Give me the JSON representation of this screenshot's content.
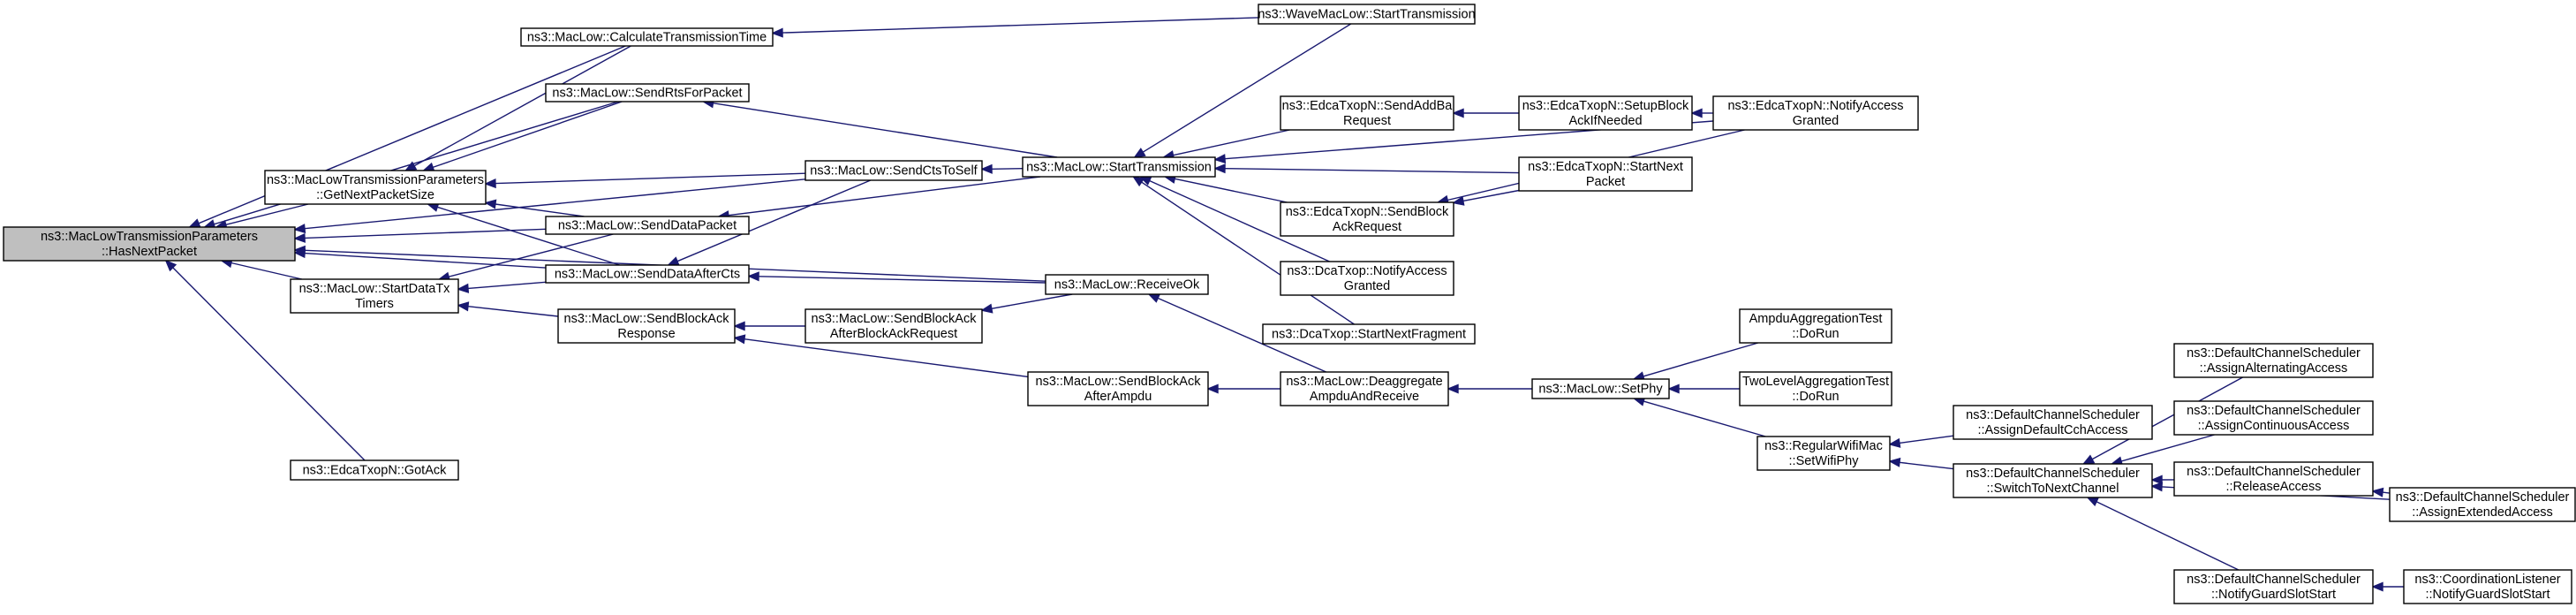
{
  "graph": {
    "nodes": [
      {
        "id": "root",
        "lines": [
          "ns3::MacLowTransmissionParameters",
          "::HasNextPacket"
        ],
        "root": true
      },
      {
        "id": "gnps",
        "lines": [
          "ns3::MacLowTransmissionParameters",
          "::GetNextPacketSize"
        ]
      },
      {
        "id": "sdtt",
        "lines": [
          "ns3::MacLow::StartDataTx",
          "Timers"
        ]
      },
      {
        "id": "gotack",
        "lines": [
          "ns3::EdcaTxopN::GotAck"
        ]
      },
      {
        "id": "ctt",
        "lines": [
          "ns3::MacLow::CalculateTransmissionTime"
        ]
      },
      {
        "id": "srfp",
        "lines": [
          "ns3::MacLow::SendRtsForPacket"
        ]
      },
      {
        "id": "sdp",
        "lines": [
          "ns3::MacLow::SendDataPacket"
        ]
      },
      {
        "id": "sdac",
        "lines": [
          "ns3::MacLow::SendDataAfterCts"
        ]
      },
      {
        "id": "sbar",
        "lines": [
          "ns3::MacLow::SendBlockAck",
          "Response"
        ]
      },
      {
        "id": "scts",
        "lines": [
          "ns3::MacLow::SendCtsToSelf"
        ]
      },
      {
        "id": "sbaabar",
        "lines": [
          "ns3::MacLow::SendBlockAck",
          "AfterBlockAckRequest"
        ]
      },
      {
        "id": "sbaaa",
        "lines": [
          "ns3::MacLow::SendBlockAck",
          "AfterAmpdu"
        ]
      },
      {
        "id": "rok",
        "lines": [
          "ns3::MacLow::ReceiveOk"
        ]
      },
      {
        "id": "st",
        "lines": [
          "ns3::MacLow::StartTransmission"
        ]
      },
      {
        "id": "wmst",
        "lines": [
          "ns3::WaveMacLow::StartTransmission"
        ]
      },
      {
        "id": "deag",
        "lines": [
          "ns3::MacLow::Deaggregate",
          "AmpduAndReceive"
        ]
      },
      {
        "id": "saddba",
        "lines": [
          "ns3::EdcaTxopN::SendAddBa",
          "Request"
        ]
      },
      {
        "id": "sbareq",
        "lines": [
          "ns3::EdcaTxopN::SendBlock",
          "AckRequest"
        ]
      },
      {
        "id": "dcana",
        "lines": [
          "ns3::DcaTxop::NotifyAccess",
          "Granted"
        ]
      },
      {
        "id": "dcsnf",
        "lines": [
          "ns3::DcaTxop::StartNextFragment"
        ]
      },
      {
        "id": "sphy",
        "lines": [
          "ns3::MacLow::SetPhy"
        ]
      },
      {
        "id": "sbain",
        "lines": [
          "ns3::EdcaTxopN::SetupBlock",
          "AckIfNeeded"
        ]
      },
      {
        "id": "esnp",
        "lines": [
          "ns3::EdcaTxopN::StartNext",
          "Packet"
        ]
      },
      {
        "id": "ena",
        "lines": [
          "ns3::EdcaTxopN::NotifyAccess",
          "Granted"
        ]
      },
      {
        "id": "aat",
        "lines": [
          "AmpduAggregationTest",
          "::DoRun"
        ]
      },
      {
        "id": "tlat",
        "lines": [
          "TwoLevelAggregationTest",
          "::DoRun"
        ]
      },
      {
        "id": "rwsp",
        "lines": [
          "ns3::RegularWifiMac",
          "::SetWifiPhy"
        ]
      },
      {
        "id": "adca",
        "lines": [
          "ns3::DefaultChannelScheduler",
          "::AssignDefaultCchAccess"
        ]
      },
      {
        "id": "stnc",
        "lines": [
          "ns3::DefaultChannelScheduler",
          "::SwitchToNextChannel"
        ]
      },
      {
        "id": "aaa",
        "lines": [
          "ns3::DefaultChannelScheduler",
          "::AssignAlternatingAccess"
        ]
      },
      {
        "id": "aca",
        "lines": [
          "ns3::DefaultChannelScheduler",
          "::AssignContinuousAccess"
        ]
      },
      {
        "id": "ra",
        "lines": [
          "ns3::DefaultChannelScheduler",
          "::ReleaseAccess"
        ]
      },
      {
        "id": "ngss",
        "lines": [
          "ns3::DefaultChannelScheduler",
          "::NotifyGuardSlotStart"
        ]
      },
      {
        "id": "aea",
        "lines": [
          "ns3::DefaultChannelScheduler",
          "::AssignExtendedAccess"
        ]
      },
      {
        "id": "clngss",
        "lines": [
          "ns3::CoordinationListener",
          "::NotifyGuardSlotStart"
        ]
      }
    ],
    "edges": [
      [
        "gnps",
        "root"
      ],
      [
        "sdtt",
        "root"
      ],
      [
        "gotack",
        "root"
      ],
      [
        "ctt",
        "root"
      ],
      [
        "srfp",
        "root"
      ],
      [
        "sdp",
        "root"
      ],
      [
        "sdac",
        "root"
      ],
      [
        "scts",
        "root"
      ],
      [
        "rok",
        "root"
      ],
      [
        "ctt",
        "gnps"
      ],
      [
        "srfp",
        "gnps"
      ],
      [
        "sdp",
        "gnps"
      ],
      [
        "sdac",
        "gnps"
      ],
      [
        "scts",
        "gnps"
      ],
      [
        "sdp",
        "sdtt"
      ],
      [
        "sdac",
        "sdtt"
      ],
      [
        "sbar",
        "sdtt"
      ],
      [
        "scts",
        "sdac"
      ],
      [
        "rok",
        "sdac"
      ],
      [
        "sbaabar",
        "sbar"
      ],
      [
        "sbaaa",
        "sbar"
      ],
      [
        "rok",
        "sbaabar"
      ],
      [
        "deag",
        "sbaaa"
      ],
      [
        "deag",
        "rok"
      ],
      [
        "wmst",
        "ctt"
      ],
      [
        "st",
        "srfp"
      ],
      [
        "st",
        "scts"
      ],
      [
        "st",
        "sdp"
      ],
      [
        "wmst",
        "st"
      ],
      [
        "saddba",
        "st"
      ],
      [
        "sbareq",
        "st"
      ],
      [
        "dcana",
        "st"
      ],
      [
        "dcsnf",
        "st"
      ],
      [
        "esnp",
        "st"
      ],
      [
        "ena",
        "st"
      ],
      [
        "sbain",
        "saddba"
      ],
      [
        "ena",
        "sbain"
      ],
      [
        "esnp",
        "sbareq"
      ],
      [
        "ena",
        "sbareq"
      ],
      [
        "sphy",
        "deag"
      ],
      [
        "aat",
        "sphy"
      ],
      [
        "tlat",
        "sphy"
      ],
      [
        "rwsp",
        "sphy"
      ],
      [
        "adca",
        "rwsp"
      ],
      [
        "stnc",
        "rwsp"
      ],
      [
        "aaa",
        "stnc"
      ],
      [
        "aca",
        "stnc"
      ],
      [
        "ra",
        "stnc"
      ],
      [
        "ngss",
        "stnc"
      ],
      [
        "aea",
        "stnc"
      ],
      [
        "aea",
        "ra"
      ],
      [
        "clngss",
        "ngss"
      ]
    ]
  }
}
